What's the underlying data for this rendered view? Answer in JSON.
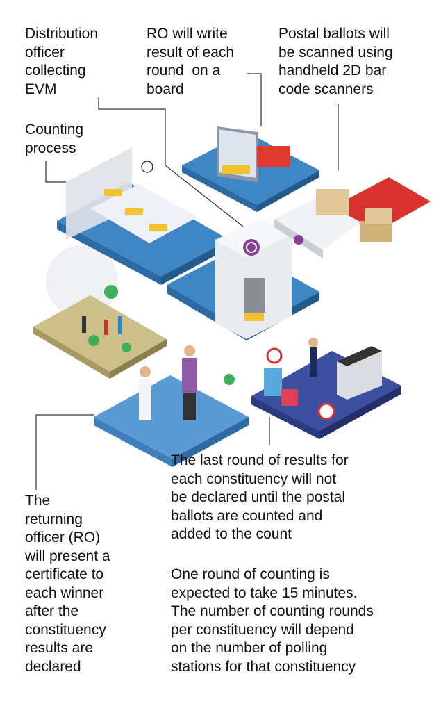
{
  "labels": {
    "distribution_officer": "Distribution\nofficer\ncollecting\nEVM",
    "ro_board": "RO will write\nresult of each\nround  on a\nboard",
    "postal_ballots_scanned": "Postal ballots will\nbe scanned using\nhandheld 2D bar\ncode scanners",
    "counting_process": "Counting\nprocess",
    "last_round": "The last round of results for\neach constituency will not\nbe declared until the postal\nballots are counted and\nadded to the count",
    "returning_officer": "The\nreturning\nofficer (RO)\nwill present a\ncertificate to\neach winner\nafter the\nconstituency\nresults are\ndeclared",
    "one_round": "One round of counting is\nexpected to take 15 minutes.\nThe number of counting rounds\nper constituency will depend\non the number of polling\nstations for that constituency"
  },
  "colors": {
    "floor_blue": "#3f86c4",
    "floor_blue_side": "#2b6aa3",
    "floor_sand": "#cdbf8a",
    "floor_sand_side": "#a8995f",
    "floor_navy": "#3c4fa0",
    "floor_navy_side": "#2c3b80",
    "floor_red": "#d8322f",
    "building_white": "#e9ecef",
    "emblem_purple": "#8a3f97",
    "leader_line": "#333333"
  }
}
